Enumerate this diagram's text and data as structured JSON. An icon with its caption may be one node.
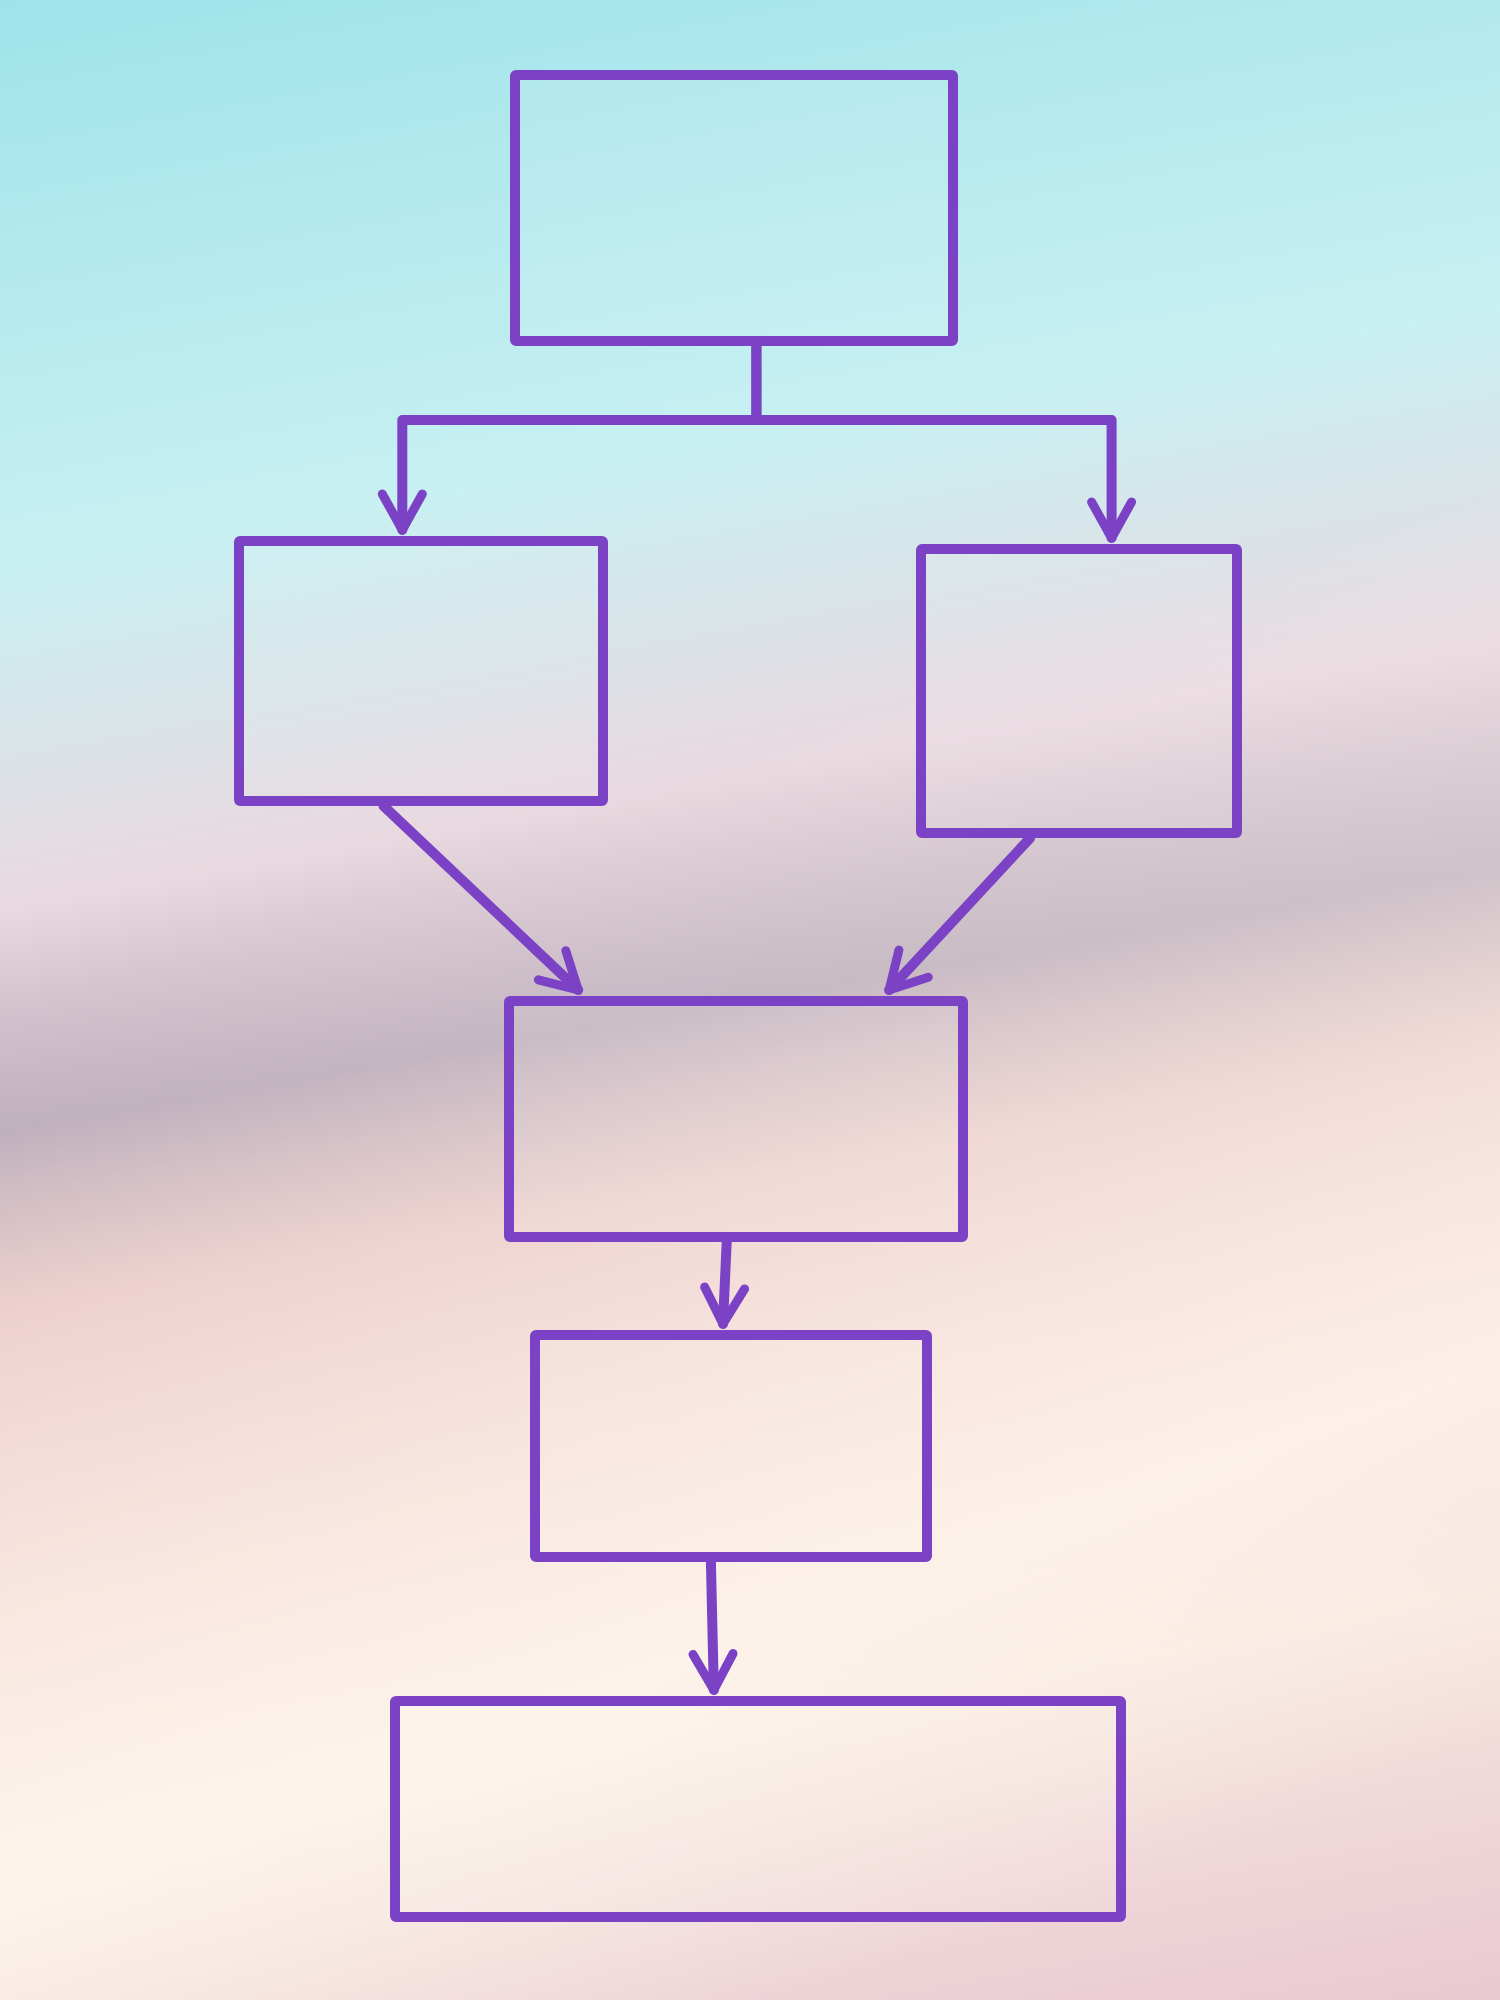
{
  "diagram": {
    "nodes": [
      {
        "text": [],
        "shape": "box"
      },
      {
        "text": [],
        "shape": "box"
      },
      {
        "text": [],
        "shape": "box"
      },
      {
        "text": [],
        "shape": "box"
      },
      {
        "text": [],
        "shape": "box"
      },
      {
        "text": [],
        "shape": "box"
      }
    ],
    "edges": [
      {
        "from": 0,
        "to": 1,
        "arrow": "to"
      },
      {
        "from": 0,
        "to": 2,
        "arrow": "to"
      },
      {
        "from": 1,
        "to": 3,
        "arrow": "to"
      },
      {
        "from": 2,
        "to": 3,
        "arrow": "to"
      },
      {
        "from": 3,
        "to": 4,
        "arrow": "to"
      },
      {
        "from": 4,
        "to": 5,
        "arrow": "to"
      }
    ]
  }
}
